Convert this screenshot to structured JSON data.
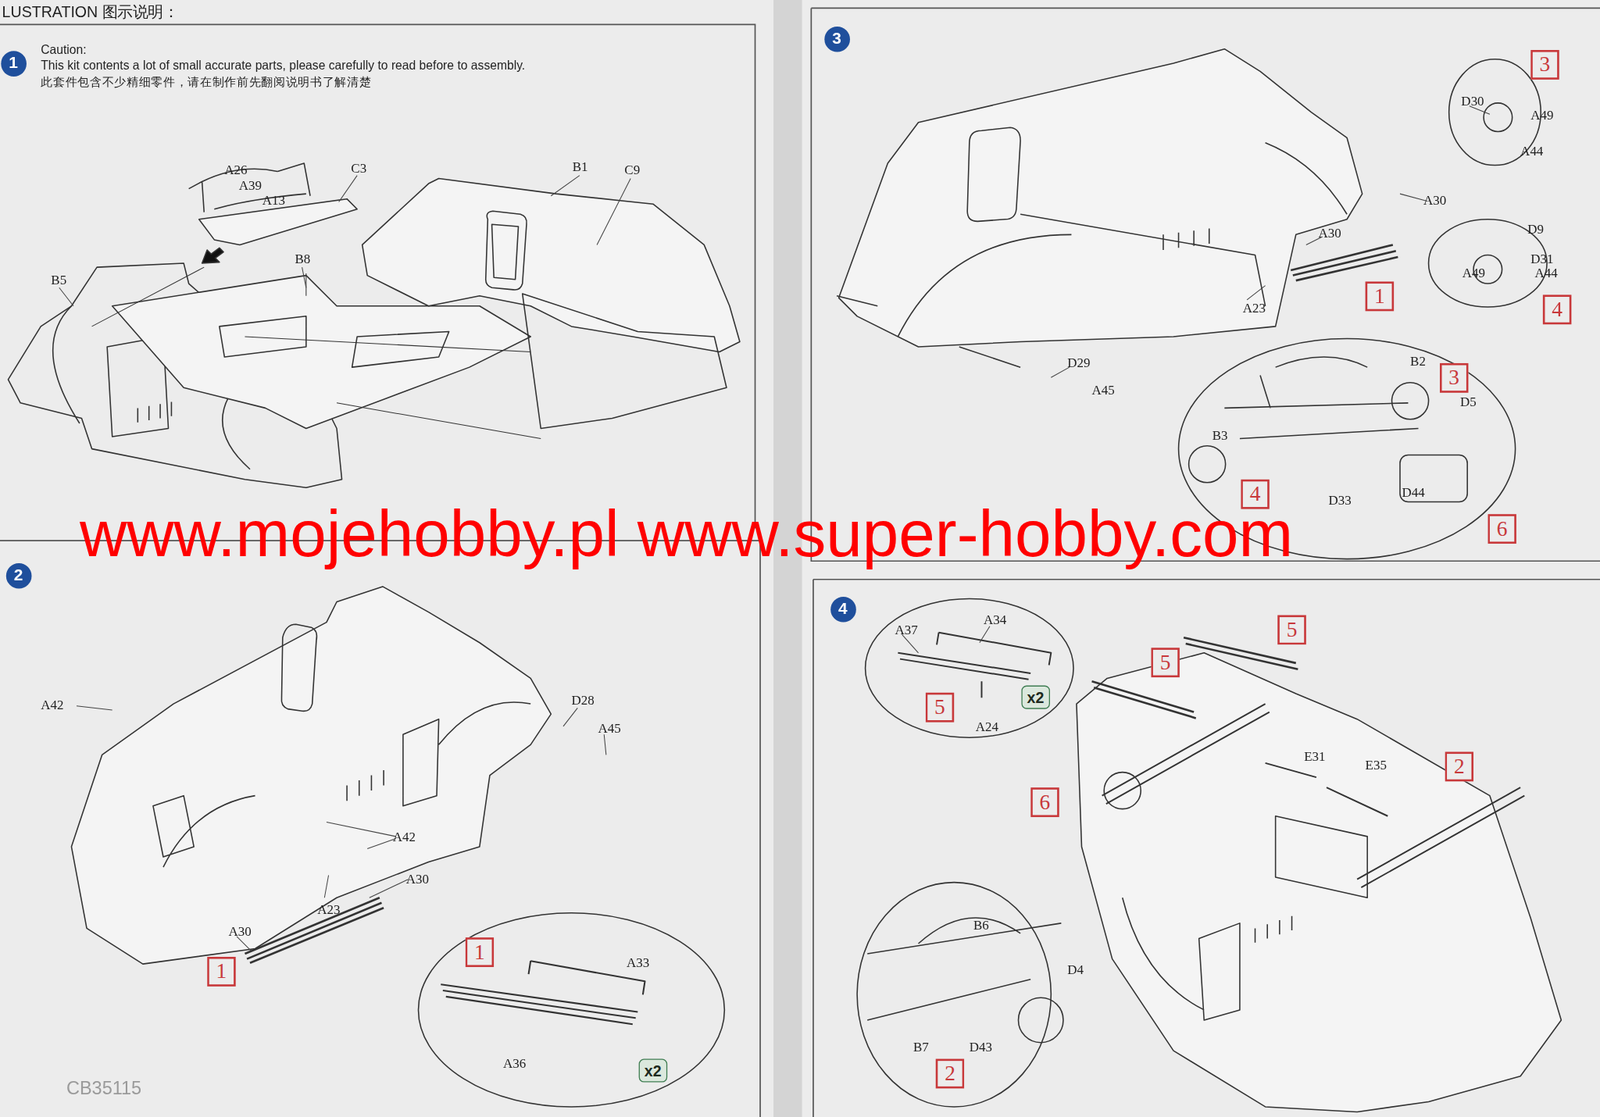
{
  "diagram": {
    "title": "LUSTRATION 图示说明：",
    "nodes": [
      {
        "text": [
          "1"
        ]
      },
      {
        "text": [
          "2"
        ]
      },
      {
        "text": [
          "1"
        ]
      },
      {
        "text": [
          "1"
        ]
      },
      {
        "text": [
          "x2"
        ]
      },
      {
        "text": [
          "3"
        ]
      },
      {
        "text": [
          "3"
        ]
      },
      {
        "text": [
          "4"
        ]
      },
      {
        "text": [
          "1"
        ]
      },
      {
        "text": [
          "3"
        ]
      },
      {
        "text": [
          "4"
        ]
      },
      {
        "text": [
          "6"
        ]
      },
      {
        "text": [
          "4"
        ]
      },
      {
        "text": [
          "5"
        ]
      },
      {
        "text": [
          "x2"
        ]
      },
      {
        "text": [
          "5"
        ]
      },
      {
        "text": [
          "5"
        ]
      },
      {
        "text": [
          "2"
        ]
      },
      {
        "text": [
          "6"
        ]
      },
      {
        "text": [
          "2"
        ]
      }
    ],
    "labels": [
      "Caution:",
      "This kit contents a lot of small accurate parts, please carefully to read before to assembly.",
      "此套件包含不少精细零件，请在制作前先翻阅说明书了解清楚",
      "A26",
      "A39",
      "A13",
      "C3",
      "B1",
      "C9",
      "B5",
      "B8",
      "A42",
      "D28",
      "A45",
      "A42",
      "A30",
      "A23",
      "A30",
      "A33",
      "A36",
      "CB35115",
      "D30",
      "A49",
      "A44",
      "A30",
      "A30",
      "D9",
      "D31",
      "A49",
      "A44",
      "A23",
      "D29",
      "A45",
      "B2",
      "D5",
      "B3",
      "D33",
      "D44",
      "A37",
      "A34",
      "A24",
      "E31",
      "E35",
      "B6",
      "D4",
      "B7",
      "D43",
      "www.mojehobby.pl www.super-hobby.com"
    ]
  }
}
